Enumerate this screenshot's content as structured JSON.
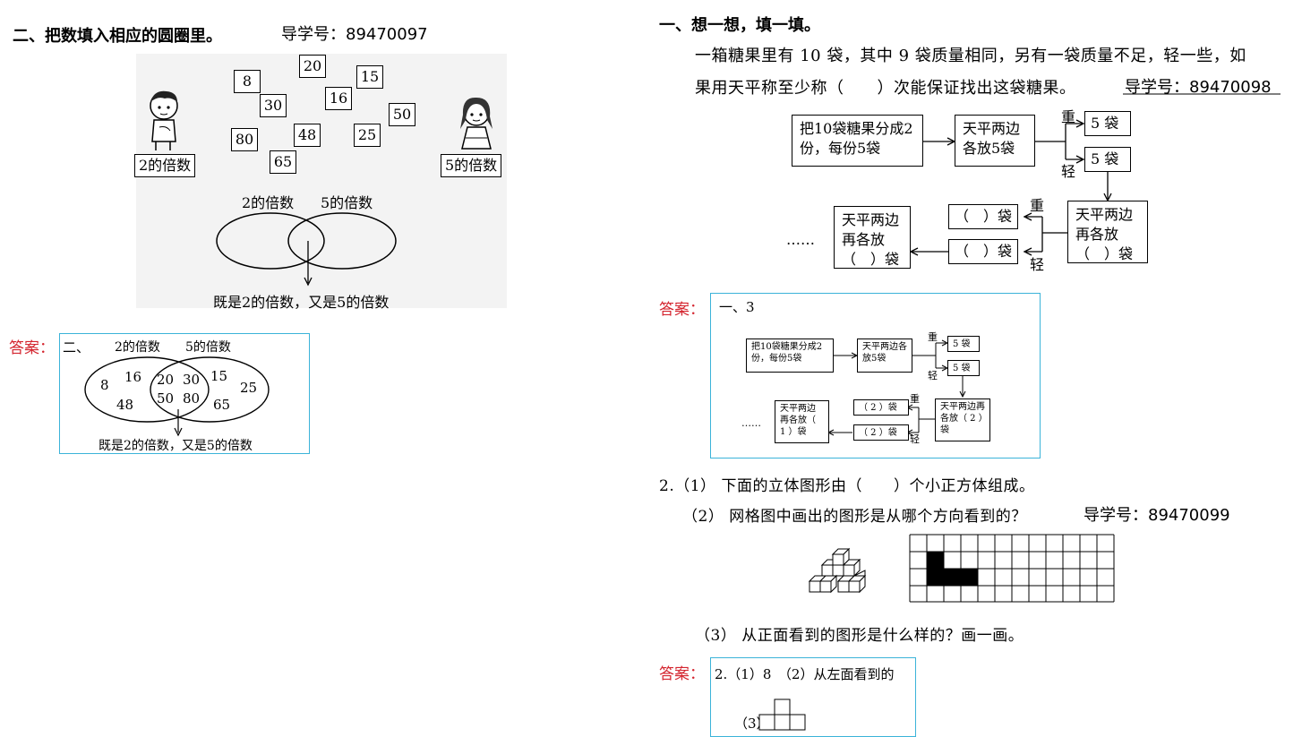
{
  "left": {
    "section_title": "二、把数填入相应的圆圈里。",
    "guide_no": "导学号：89470097",
    "numbers": [
      "8",
      "30",
      "20",
      "16",
      "15",
      "50",
      "80",
      "48",
      "25",
      "65"
    ],
    "boy_label": "2的倍数",
    "girl_label": "5的倍数",
    "venn_left_label": "2的倍数",
    "venn_right_label": "5的倍数",
    "venn_bottom_label": "既是2的倍数，又是5的倍数"
  },
  "left_answer": {
    "label": "答案：",
    "prefix": "二、",
    "venn_left_label": "2的倍数",
    "venn_right_label": "5的倍数",
    "left_only": [
      "8",
      "16",
      "48"
    ],
    "both": [
      "20",
      "30",
      "50",
      "80"
    ],
    "right_only": [
      "15",
      "25",
      "65"
    ],
    "bottom_label": "既是2的倍数，又是5的倍数"
  },
  "right": {
    "section_title": "一、想一想，填一填。",
    "problem_line1": "一箱糖果里有 10 袋，其中 9 袋质量相同，另有一袋质量不足，轻一些，如",
    "problem_line2": "果用天平称至少称（　　）次能保证找出这袋糖果。",
    "guide_no": "导学号：89470098",
    "flow": {
      "step1": "把10袋糖果分成2份，每份5袋",
      "step2": "天平两边各放5袋",
      "heavy": "重",
      "light": "轻",
      "bag5a": "5 袋",
      "bag5b": "5 袋",
      "step3": "天平两边再各放（　）袋",
      "blank_bag_top": "（　）袋",
      "blank_bag_bottom": "（　）袋",
      "step4": "天平两边再各放（　）袋",
      "ellipsis": "……"
    }
  },
  "right_answer1": {
    "label": "答案：",
    "text": "一、3",
    "flow": {
      "step1": "把10袋糖果分成2份，每份5袋",
      "step2": "天平两边各放5袋",
      "heavy": "重",
      "light": "轻",
      "bag5a": "5 袋",
      "bag5b": "5 袋",
      "step3": "天平两边再各放（ 2 ）袋",
      "bag_top": "（ 2 ）袋",
      "bag_bottom": "（ 2 ）袋",
      "step4": "天平两边再各放（ 1 ）袋",
      "ellipsis": "……"
    }
  },
  "q2": {
    "part1": "2.（1） 下面的立体图形由（　　）个小正方体组成。",
    "part2": "（2） 网格图中画出的图形是从哪个方向看到的？",
    "guide_no": "导学号：89470099",
    "part3": "（3） 从正面看到的图形是什么样的？画一画。"
  },
  "right_answer2": {
    "label": "答案：",
    "line1": "2.（1）8　（2）从左面看到的",
    "line2": "（3）"
  }
}
